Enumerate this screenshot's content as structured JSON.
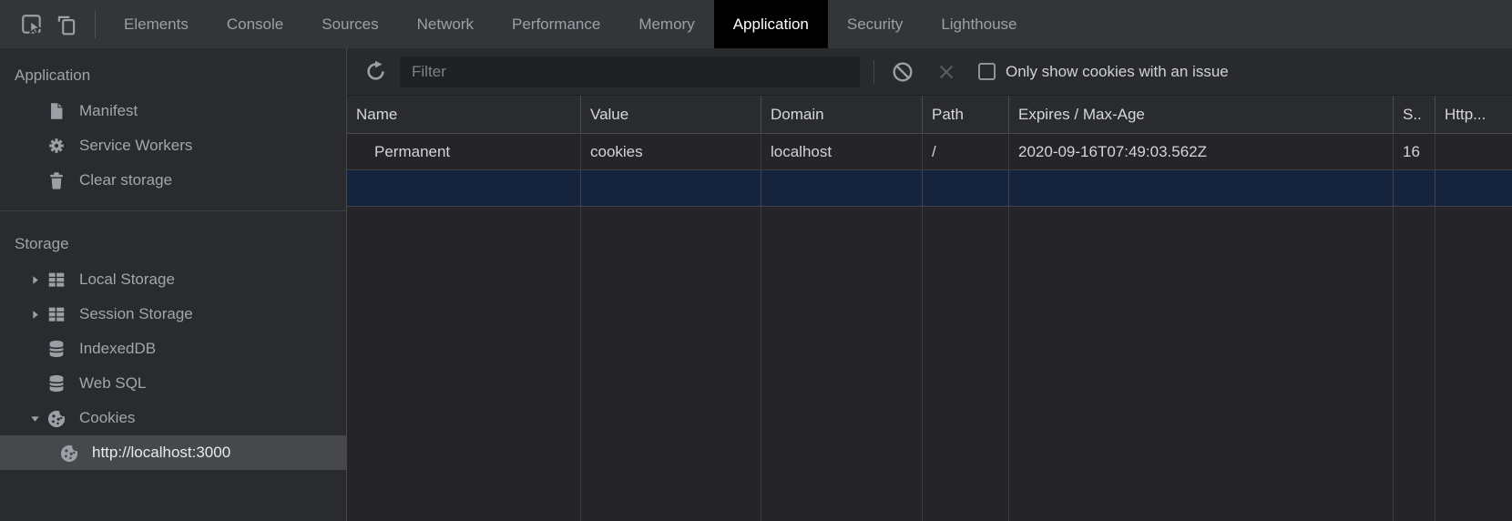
{
  "tabbar": {
    "tabs": [
      "Elements",
      "Console",
      "Sources",
      "Network",
      "Performance",
      "Memory",
      "Application",
      "Security",
      "Lighthouse"
    ],
    "active_tab": "Application",
    "icons": {
      "inspect": "cursor-in-box",
      "device_toolbar": "phone-and-tablet"
    }
  },
  "sidebar": {
    "section_application": {
      "title": "Application",
      "items": [
        {
          "label": "Manifest",
          "icon": "document-icon"
        },
        {
          "label": "Service Workers",
          "icon": "gear-icon"
        },
        {
          "label": "Clear storage",
          "icon": "trash-icon"
        }
      ]
    },
    "section_storage": {
      "title": "Storage",
      "items": [
        {
          "label": "Local Storage",
          "icon": "table-icon",
          "state": "collapsed"
        },
        {
          "label": "Session Storage",
          "icon": "table-icon",
          "state": "collapsed"
        },
        {
          "label": "IndexedDB",
          "icon": "database-icon"
        },
        {
          "label": "Web SQL",
          "icon": "database-icon"
        },
        {
          "label": "Cookies",
          "icon": "cookie-icon",
          "state": "expanded"
        },
        {
          "label": "http://localhost:3000",
          "icon": "cookie-icon",
          "selected": true
        }
      ]
    }
  },
  "cookies_panel": {
    "filter_placeholder": "Filter",
    "only_issue_label": "Only show cookies with an issue",
    "checkbox_checked": false,
    "columns": [
      "Name",
      "Value",
      "Domain",
      "Path",
      "Expires / Max-Age",
      "S..",
      "Http..."
    ],
    "cookie_rows": [
      {
        "name": "Permanent",
        "value": "cookies",
        "domain": "localhost",
        "path": "/",
        "expires": "2020-09-16T07:49:03.562Z",
        "size": "16",
        "http_only": ""
      }
    ],
    "selected_row_index": 1
  },
  "colors": {
    "selected_row_bg": "#16233d",
    "selected_tree_item_bg": "#46484c",
    "active_tab_bg": "#000000",
    "panel_bg": "#252527",
    "sidebar_bg": "#2a2b2f",
    "tabbar_bg": "#343539"
  }
}
